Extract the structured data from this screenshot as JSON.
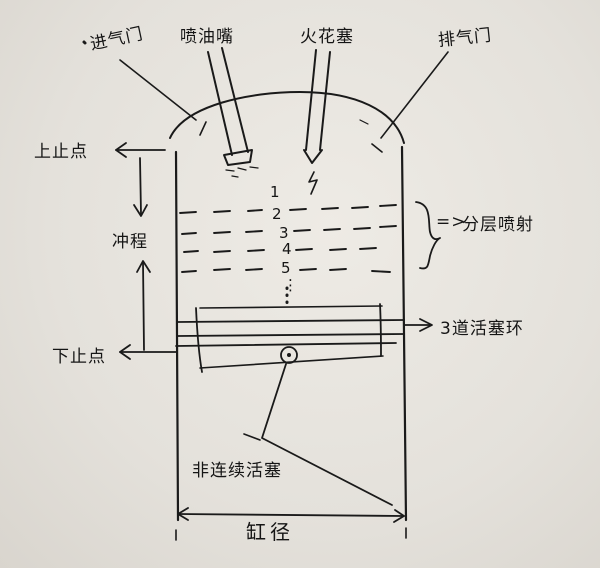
{
  "labels": {
    "intake_valve": "进气门",
    "injector": "喷油嘴",
    "spark_plug": "火花塞",
    "exhaust_valve": "排气门",
    "top_dead_center": "上止点",
    "stroke": "冲程",
    "bottom_dead_center": "下止点",
    "layered_injection": "分层喷射",
    "piston_rings": "3道活塞环",
    "wrist_pin": "非连续活塞",
    "bore": "缸径",
    "layered_arrow": "=>"
  },
  "layer_numbers": [
    "1",
    "2",
    "3",
    "4",
    "5",
    "⋮"
  ]
}
